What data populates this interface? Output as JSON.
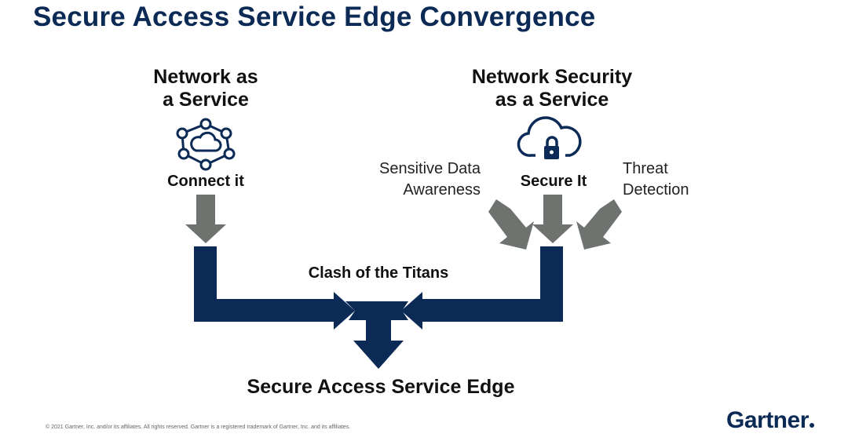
{
  "title": "Secure Access Service Edge Convergence",
  "left": {
    "heading_line1": "Network as",
    "heading_line2": "a Service",
    "icon": "network-cloud-icon",
    "action": "Connect it"
  },
  "right": {
    "heading_line1": "Network Security",
    "heading_line2": "as a Service",
    "icon": "cloud-lock-icon",
    "action": "Secure It",
    "side_left_line1": "Sensitive Data",
    "side_left_line2": "Awareness",
    "side_right_line1": "Threat",
    "side_right_line2": "Detection"
  },
  "merge_label": "Clash of the Titans",
  "result_label": "Secure Access Service Edge",
  "footer": "© 2021 Gartner, Inc. and/or its affiliates. All rights reserved. Gartner is a registered trademark of Gartner, Inc. and its affiliates.",
  "logo_text": "Gartner",
  "colors": {
    "navy": "#0b2a55",
    "gray_arrow": "#6f7370"
  }
}
